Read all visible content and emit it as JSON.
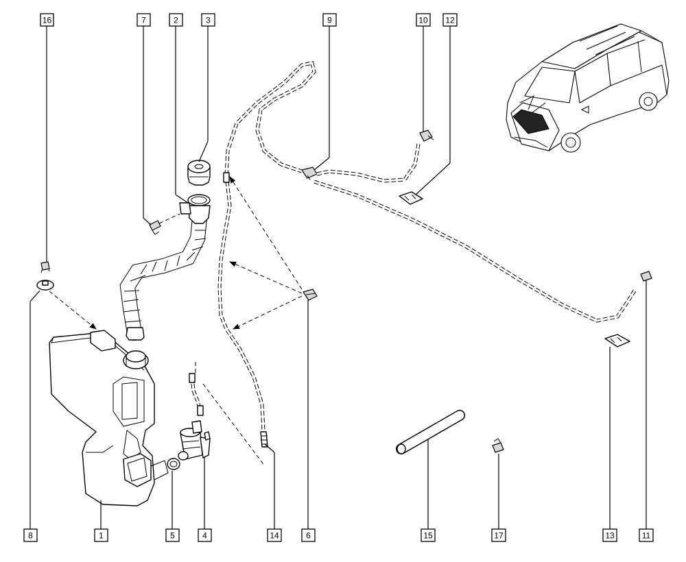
{
  "diagram": {
    "part_labels": [
      "16",
      "7",
      "2",
      "3",
      "9",
      "10",
      "12",
      "8",
      "1",
      "5",
      "4",
      "14",
      "6",
      "15",
      "17",
      "13",
      "11"
    ]
  }
}
